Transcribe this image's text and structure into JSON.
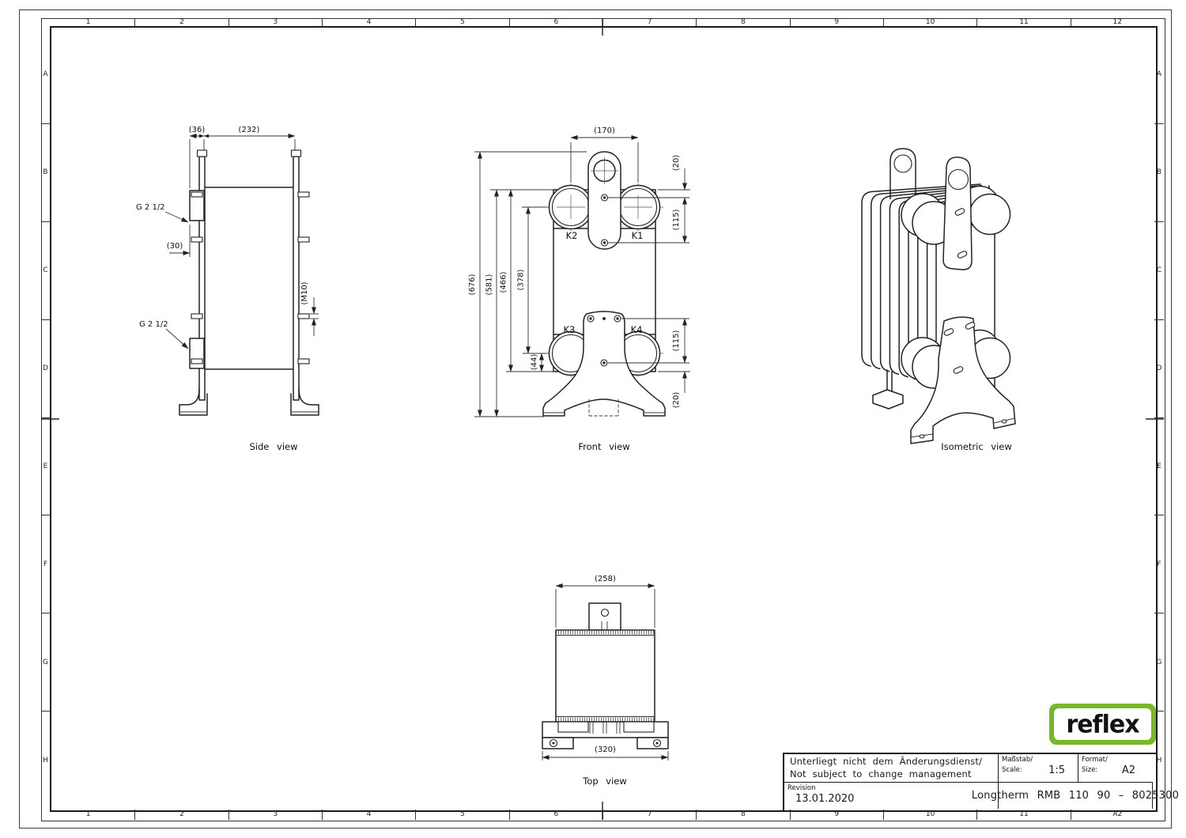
{
  "frame": {
    "columns": [
      "1",
      "2",
      "3",
      "4",
      "5",
      "6",
      "7",
      "8",
      "9",
      "10",
      "11",
      "12"
    ],
    "rows": [
      "A",
      "B",
      "C",
      "D",
      "E",
      "F",
      "G",
      "H"
    ],
    "corner_label": "A2"
  },
  "views": {
    "side": {
      "caption": "Side view",
      "conn_top": "G 2 1/2",
      "conn_bottom": "G 2 1/2",
      "dims": {
        "bracket_offset": "(36)",
        "depth": "(232)",
        "conn_offset": "(30)",
        "bolt_thread": "(M10)"
      }
    },
    "front": {
      "caption": "Front view",
      "port_labels": {
        "k1": "K1",
        "k2": "K2",
        "k3": "K3",
        "k4": "K4"
      },
      "dims": {
        "total_height": "(676)",
        "height_to_foot": "(581)",
        "plate_height": "(466)",
        "port_centers_vertical": "(378)",
        "port_to_bottom": "(44)",
        "port_centers_horizontal": "(170)",
        "screw_offset_top": "(20)",
        "screw_spacing_top": "(115)",
        "screw_spacing_bottom": "(115)",
        "screw_offset_bottom": "(20)"
      }
    },
    "top": {
      "caption": "Top view",
      "dims": {
        "body_width": "(258)",
        "foot_width": "(320)"
      }
    },
    "iso": {
      "caption": "Isometric view"
    }
  },
  "title_block": {
    "note_de": "Unterliegt nicht dem Änderungsdienst/",
    "note_en": "Not subject to change management",
    "scale_label_de": "Maßstab/",
    "scale_label_en": "Scale:",
    "scale_value": "1:5",
    "format_label_de": "Format/",
    "format_label_en": "Size:",
    "format_value": "A2",
    "revision_label": "Revision",
    "revision_value": "13.01.2020",
    "drawing_title": "Longtherm RMB 110 90 – 8025300"
  },
  "logo": {
    "text": "reflex",
    "color": "#76b82a"
  }
}
